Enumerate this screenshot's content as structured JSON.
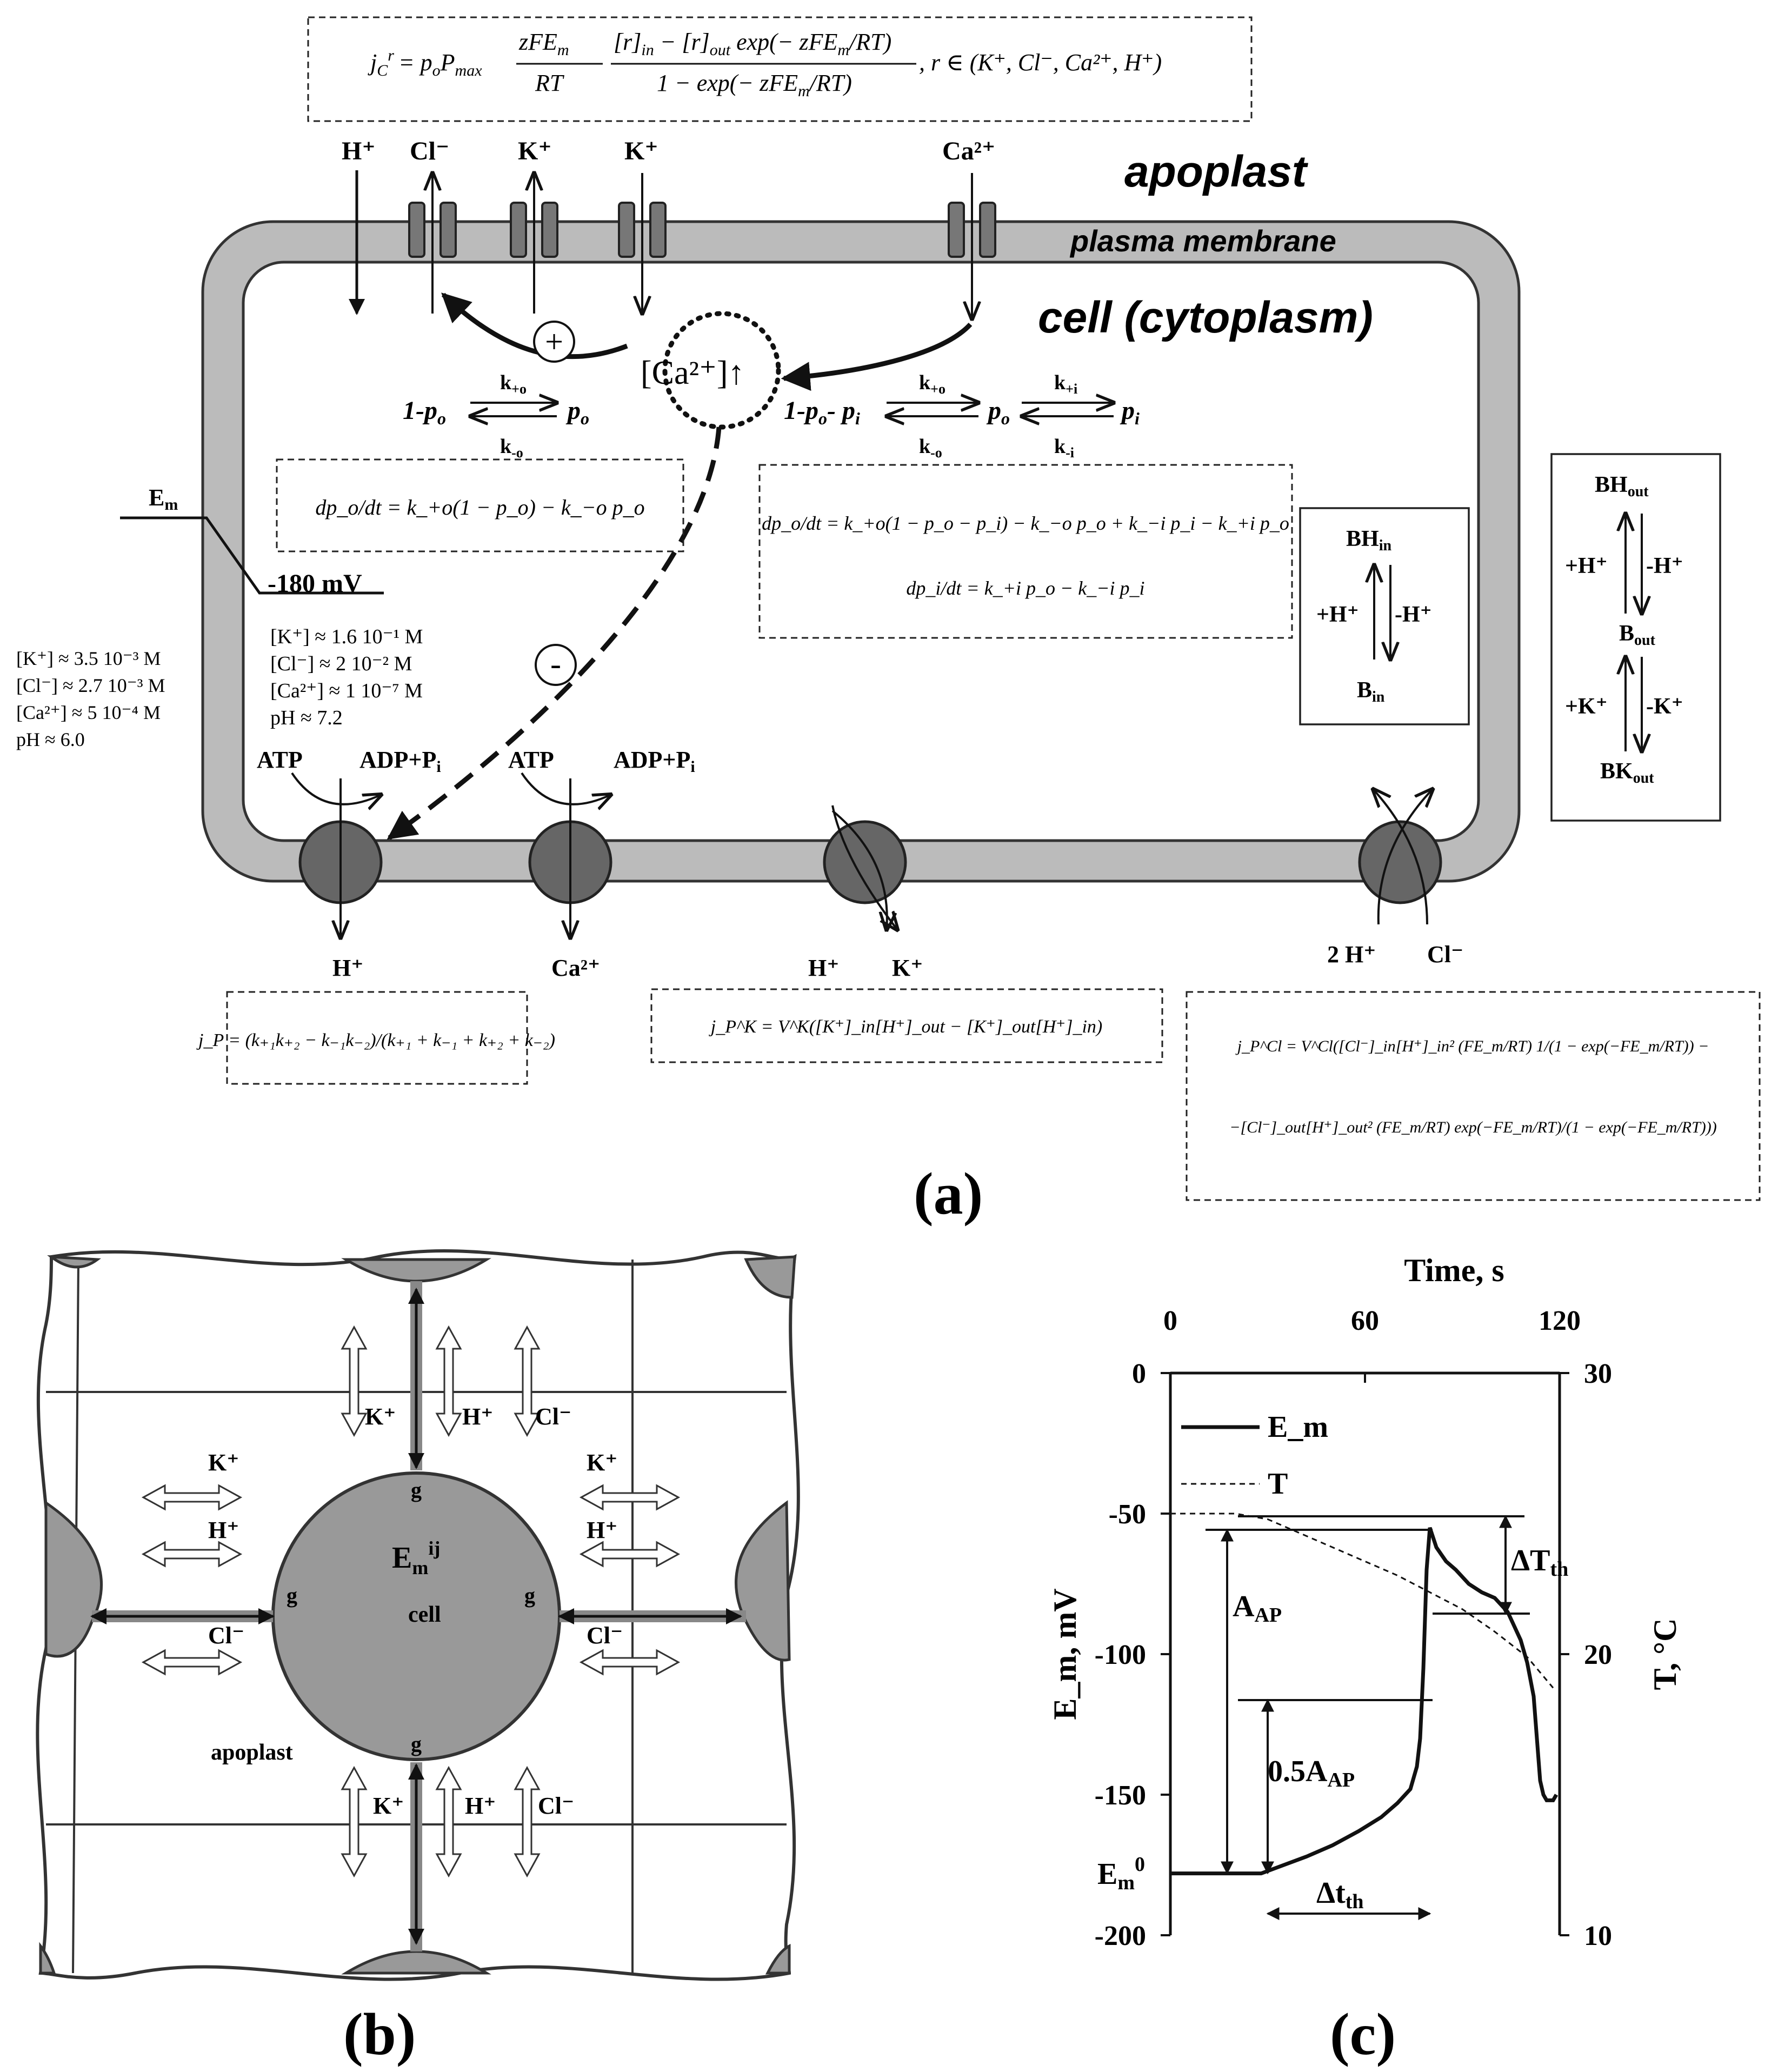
{
  "panel_a": {
    "label": "(a)",
    "equation_channel": {
      "lhs": "j",
      "lhs_sub": "C",
      "lhs_sup": "r",
      "mid": "= p",
      "p_sub": "o",
      "pmax": "P",
      "pmax_sub": "max",
      "frac1_num": "zFE",
      "frac1_num_sub": "m",
      "frac1_den": "RT",
      "frac2_num": "[r]",
      "frac2_num_sub1": "in",
      "frac2_num_mid": " − [r]",
      "frac2_num_sub2": "out",
      "frac2_num_tail": " exp(− zFE",
      "frac2_num_tail_sub": "m",
      "frac2_num_end": "/RT)",
      "frac2_den": "1 − exp(− zFE",
      "frac2_den_sub": "m",
      "frac2_den_end": "/RT)",
      "set": ",   r ∈ (K⁺, Cl⁻, Ca²⁺, H⁺)"
    },
    "top_ions": [
      "H⁺",
      "Cl⁻",
      "K⁺",
      "K⁺",
      "Ca²⁺"
    ],
    "apoplast": "apoplast",
    "plasma_membrane": "plasma membrane",
    "cell_cytoplasm": "cell (cytoplasm)",
    "ca_node": "[Ca²⁺]↑",
    "plus": "+",
    "minus": "-",
    "kinetics_left": {
      "state1": "1-p",
      "state1_sub": "o",
      "state2": "p",
      "state2_sub": "o",
      "k_fwd": "k",
      "k_fwd_sub": "+o",
      "k_rev": "k",
      "k_rev_sub": "-o"
    },
    "kinetics_right": {
      "state1": "1-p",
      "state1_sub": "o",
      "state1_tail": "- p",
      "state1_tail_sub": "i",
      "state2": "p",
      "state2_sub": "o",
      "state3": "p",
      "state3_sub": "i",
      "k1": "k",
      "k1_sub": "+o",
      "k2": "k",
      "k2_sub": "-o",
      "k3": "k",
      "k3_sub": "+i",
      "k4": "k",
      "k4_sub": "-i"
    },
    "ode_left": "dp_o/dt = k_+o(1 − p_o) − k_−o p_o",
    "ode_right_1": "dp_o/dt = k_+o(1 − p_o − p_i) − k_−o p_o + k_−i p_i − k_+i p_o",
    "ode_right_2": "dp_i/dt = k_+i p_o − k_−i p_i",
    "em_label": "E",
    "em_sub": "m",
    "em_value": "-180 mV",
    "conc_in": [
      "[K⁺] ≈ 1.6 10⁻¹ M",
      "[Cl⁻] ≈ 2 10⁻² M",
      "[Ca²⁺] ≈ 1 10⁻⁷ M",
      "pH ≈ 7.2"
    ],
    "conc_out": [
      "[K⁺] ≈ 3.5 10⁻³ M",
      "[Cl⁻] ≈ 2.7 10⁻³ M",
      "[Ca²⁺] ≈ 5 10⁻⁴ M",
      "pH ≈ 6.0"
    ],
    "buffer_in": {
      "top": "BH",
      "top_sub": "in",
      "left": "+H⁺",
      "right": "-H⁺",
      "bottom": "B",
      "bottom_sub": "in"
    },
    "buffer_out": {
      "top": "BH",
      "top_sub": "out",
      "l1": "+H⁺",
      "r1": "-H⁺",
      "mid": "B",
      "mid_sub": "out",
      "l2": "+K⁺",
      "r2": "-K⁺",
      "bottom": "BK",
      "bottom_sub": "out"
    },
    "atp1": "ATP",
    "adp1": "ADP+P",
    "adp1_sub": "i",
    "atp2": "ATP",
    "adp2": "ADP+P",
    "adp2_sub": "i",
    "pump_ions": [
      "H⁺",
      "Ca²⁺"
    ],
    "antiport_ions": [
      "H⁺",
      "K⁺"
    ],
    "symport_ions": [
      "2 H⁺",
      "Cl⁻"
    ],
    "eq_jp": "j_P = (k₊₁k₊₂ − k₋₁k₋₂)/(k₊₁ + k₋₁ + k₊₂ + k₋₂)",
    "eq_jpk": "j_P^K = V^K([K⁺]_in[H⁺]_out − [K⁺]_out[H⁺]_in)",
    "eq_jpcl_1": "j_P^Cl = V^Cl([Cl⁻]_in[H⁺]_in² (FE_m/RT) 1/(1 − exp(−FE_m/RT)) −",
    "eq_jpcl_2": "−[Cl⁻]_out[H⁺]_out² (FE_m/RT) exp(−FE_m/RT)/(1 − exp(−FE_m/RT)))"
  },
  "panel_b": {
    "label": "(b)",
    "cell_em": "E",
    "cell_em_sub": "m",
    "cell_em_sup": "ij",
    "cell_label": "cell",
    "apoplast": "apoplast",
    "g": "g",
    "ions_top": [
      "K⁺",
      "H⁺",
      "Cl⁻"
    ],
    "ions_left": [
      "K⁺",
      "H⁺",
      "Cl⁻"
    ],
    "ions_right": [
      "K⁺",
      "H⁺",
      "Cl⁻"
    ],
    "ions_bottom": [
      "K⁺",
      "H⁺",
      "Cl⁻"
    ]
  },
  "panel_c": {
    "label": "(c)",
    "chart_data": {
      "type": "line",
      "title": "",
      "xlabel": "Time, s",
      "ylabel_left": "E_m, mV",
      "ylabel_right": "T, °C",
      "xlim": [
        0,
        120
      ],
      "ylim_left": [
        -200,
        0
      ],
      "ylim_right": [
        10,
        30
      ],
      "x_ticks": [
        "0",
        "60",
        "120"
      ],
      "y_ticks_left": [
        "0",
        "-50",
        "-100",
        "-150",
        "-200"
      ],
      "y_ticks_right": [
        "30",
        "20",
        "10"
      ],
      "legend": [
        "E_m",
        "T"
      ],
      "series": [
        {
          "name": "E_m",
          "style": "solid",
          "x": [
            0,
            10,
            20,
            28,
            35,
            42,
            50,
            58,
            65,
            70,
            74,
            76,
            77,
            78,
            79,
            80,
            82,
            85,
            88,
            92,
            96,
            100,
            104,
            108,
            110,
            112,
            113,
            114,
            115,
            116,
            117,
            118,
            119
          ],
          "y": [
            -178,
            -178,
            -178,
            -178,
            -175,
            -172,
            -168,
            -163,
            -158,
            -153,
            -148,
            -140,
            -130,
            -105,
            -70,
            -55,
            -62,
            -67,
            -70,
            -75,
            -78,
            -80,
            -85,
            -95,
            -103,
            -115,
            -130,
            -145,
            -150,
            -152,
            -152,
            -152,
            -150
          ]
        },
        {
          "name": "T",
          "style": "dashed",
          "x": [
            0,
            10,
            20,
            30,
            40,
            50,
            60,
            70,
            80,
            90,
            100,
            110,
            118
          ],
          "y": [
            25,
            25,
            25,
            24.8,
            24.3,
            23.8,
            23.3,
            22.8,
            22.2,
            21.6,
            20.8,
            19.9,
            18.8
          ]
        }
      ],
      "annotations": {
        "aap": "A",
        "aap_sub": "AP",
        "half_aap": "0.5A",
        "half_aap_sub": "AP",
        "dT": "ΔT",
        "dT_sub": "th",
        "dt": "Δt",
        "dt_sub": "th",
        "em0": "E",
        "em0_sub": "m",
        "em0_sup": "0"
      }
    }
  }
}
